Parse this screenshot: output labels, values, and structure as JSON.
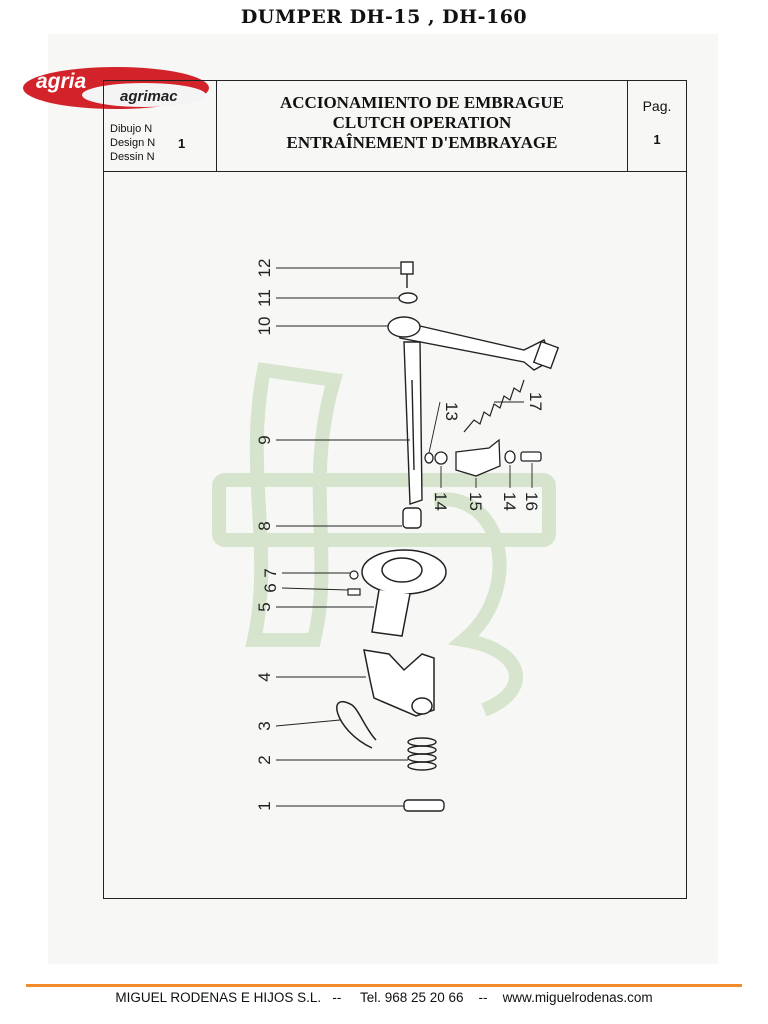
{
  "page": {
    "title": "DUMPER DH-15 , DH-160"
  },
  "logo": {
    "brand_top": "agria",
    "brand_bottom": "agrimac"
  },
  "header": {
    "drawing_labels": [
      "Dibujo N",
      "Design N",
      "Dessin N"
    ],
    "drawing_number": "1",
    "titles": [
      "ACCIONAMIENTO DE EMBRAGUE",
      "CLUTCH OPERATION",
      "ENTRAÎNEMENT D'EMBRAYAGE"
    ],
    "page_label": "Pag.",
    "page_number": "1"
  },
  "callouts": [
    "1",
    "2",
    "3",
    "4",
    "5",
    "6",
    "7",
    "8",
    "9",
    "10",
    "11",
    "12",
    "13",
    "14",
    "15",
    "14",
    "16",
    "17"
  ],
  "footer": {
    "company": "MIGUEL RODENAS E HIJOS S.L.",
    "sep1": "--",
    "phone": "Tel. 968 25 20 66",
    "sep2": "--",
    "website": "www.miguelrodenas.com"
  },
  "colors": {
    "accent": "#f28c28",
    "logo_red": "#d2232a",
    "watermark": "#cfe0c4"
  }
}
